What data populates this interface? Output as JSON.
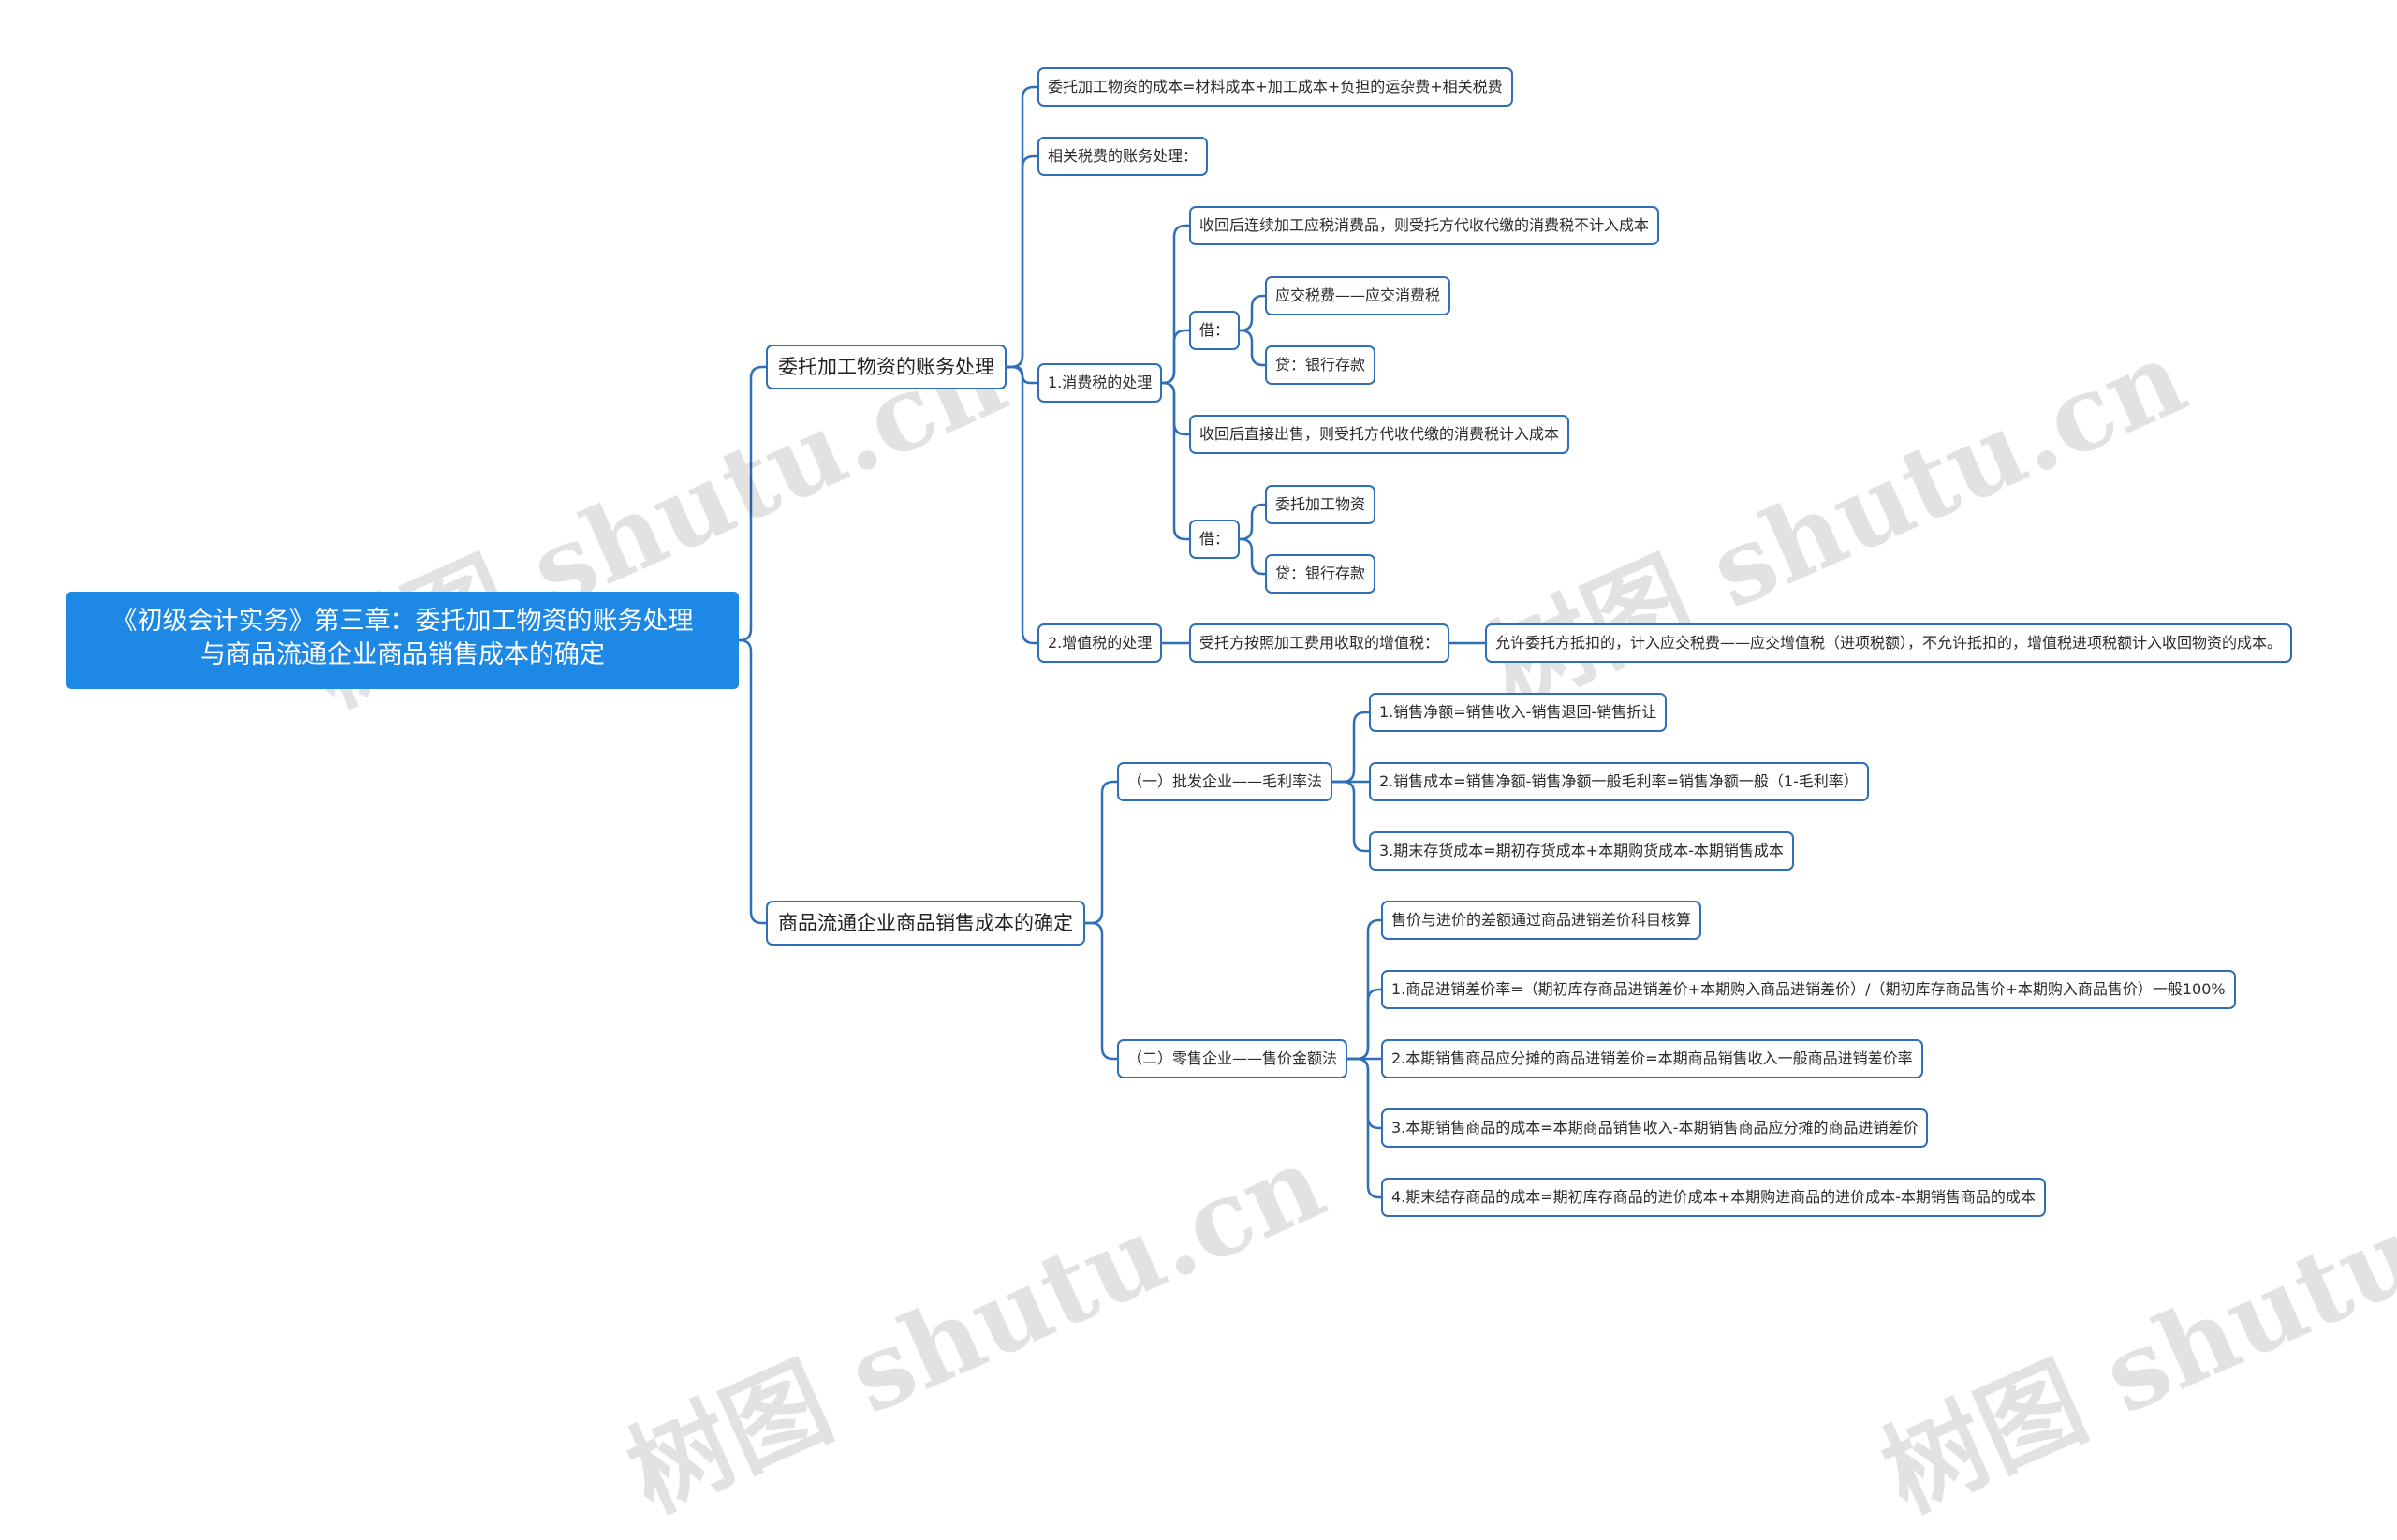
{
  "watermark": "树图 shutu.cn",
  "colors": {
    "root": "#1e88e5",
    "edge": "#2f6fb8",
    "border": "#2f6fb8"
  },
  "root": {
    "line1": "《初级会计实务》第三章：委托加工物资的账务处理",
    "line2": "与商品流通企业商品销售成本的确定"
  },
  "branch1": {
    "label": "委托加工物资的账务处理",
    "cost_formula": "委托加工物资的成本=材料成本+加工成本+负担的运杂费+相关税费",
    "tax_treatment": "相关税费的账务处理：",
    "consumption_tax": {
      "label": "1.消费税的处理",
      "case1": "收回后连续加工应税消费品，则受托方代收代缴的消费税不计入成本",
      "debit1": "借：",
      "debit1_item": "应交税费——应交消费税",
      "credit1": "贷：银行存款",
      "case2": "收回后直接出售，则受托方代收代缴的消费税计入成本",
      "debit2": "借：",
      "debit2_item": "委托加工物资",
      "credit2": "贷：银行存款"
    },
    "vat": {
      "label": "2.增值税的处理",
      "item": "受托方按照加工费用收取的增值税：",
      "detail": "允许委托方抵扣的，计入应交税费——应交增值税（进项税额），不允许抵扣的，增值税进项税额计入收回物资的成本。"
    }
  },
  "branch2": {
    "label": "商品流通企业商品销售成本的确定",
    "wholesale": {
      "label": "（一）批发企业——毛利率法",
      "items": [
        "1.销售净额=销售收入-销售退回-销售折让",
        "2.销售成本=销售净额-销售净额一般毛利率=销售净额一般（1-毛利率）",
        "3.期末存货成本=期初存货成本+本期购货成本-本期销售成本"
      ]
    },
    "retail": {
      "label": "（二）零售企业——售价金额法",
      "items": [
        "售价与进价的差额通过商品进销差价科目核算",
        "1.商品进销差价率=（期初库存商品进销差价+本期购入商品进销差价）/（期初库存商品售价+本期购入商品售价）一般100%",
        "2.本期销售商品应分摊的商品进销差价=本期商品销售收入一般商品进销差价率",
        "3.本期销售商品的成本=本期商品销售收入-本期销售商品应分摊的商品进销差价",
        "4.期末结存商品的成本=期初库存商品的进价成本+本期购进商品的进价成本-本期销售商品的成本"
      ]
    }
  }
}
